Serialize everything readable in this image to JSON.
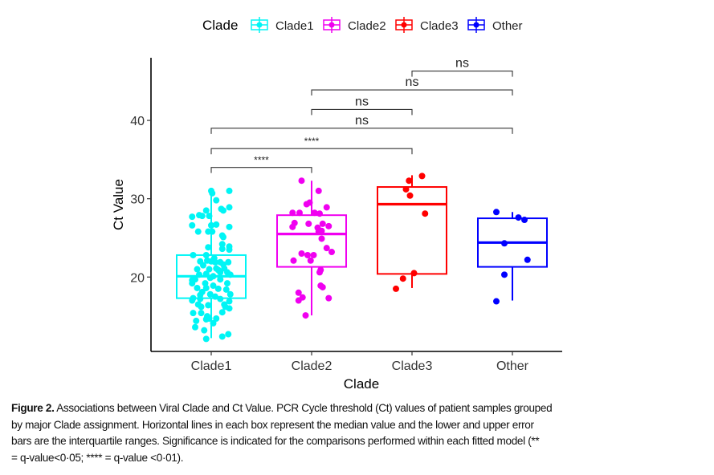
{
  "chart_data": {
    "type": "box",
    "title": "",
    "xlabel": "Clade",
    "ylabel": "Ct Value",
    "ylim": [
      10.5,
      48
    ],
    "yticks": [
      20,
      30,
      40
    ],
    "categories": [
      "Clade1",
      "Clade2",
      "Clade3",
      "Other"
    ],
    "legend": {
      "title": "Clade",
      "placement": "top",
      "entries": [
        "Clade1",
        "Clade2",
        "Clade3",
        "Other"
      ]
    },
    "colors": {
      "Clade1": "#00F5F5",
      "Clade2": "#F000F0",
      "Clade3": "#FF0000",
      "Other": "#0000FF"
    },
    "boxes": [
      {
        "category": "Clade1",
        "whisker_low": 12.2,
        "q1": 17.3,
        "median": 20.1,
        "q3": 22.8,
        "whisker_high": 31.0
      },
      {
        "category": "Clade2",
        "whisker_low": 15.1,
        "q1": 21.3,
        "median": 25.5,
        "q3": 27.9,
        "whisker_high": 32.3
      },
      {
        "category": "Clade3",
        "whisker_low": 18.6,
        "q1": 20.4,
        "median": 29.3,
        "q3": 31.5,
        "whisker_high": 33.0
      },
      {
        "category": "Other",
        "whisker_low": 17.0,
        "q1": 21.3,
        "median": 24.4,
        "q3": 27.5,
        "whisker_high": 28.3
      }
    ],
    "points": {
      "Clade1": [
        [
          0,
          31.0
        ],
        [
          0.18,
          31.0
        ],
        [
          0.01,
          30.7
        ],
        [
          0.05,
          29.8
        ],
        [
          0.18,
          28.9
        ],
        [
          0.1,
          28.7
        ],
        [
          0.12,
          28.5
        ],
        [
          -0.05,
          28.5
        ],
        [
          -0.12,
          27.9
        ],
        [
          -0.09,
          27.8
        ],
        [
          -0.02,
          27.8
        ],
        [
          -0.19,
          27.7
        ],
        [
          -0.19,
          26.6
        ],
        [
          0,
          26.6
        ],
        [
          0.05,
          26.7
        ],
        [
          0.18,
          26.4
        ],
        [
          -0.13,
          25.8
        ],
        [
          -0.03,
          25.8
        ],
        [
          0.01,
          25.8
        ],
        [
          0.11,
          25.3
        ],
        [
          0.12,
          25.1
        ],
        [
          0.11,
          24.2
        ],
        [
          -0.03,
          23.8
        ],
        [
          0.18,
          23.9
        ],
        [
          0.11,
          23.6
        ],
        [
          0.18,
          23.5
        ],
        [
          -0.18,
          22.8
        ],
        [
          -0.05,
          22.8
        ],
        [
          -0.11,
          22.0
        ],
        [
          -0.04,
          22.1
        ],
        [
          0,
          22.0
        ],
        [
          0.04,
          21.9
        ],
        [
          0.09,
          21.9
        ],
        [
          0.17,
          21.9
        ],
        [
          -0.14,
          21.0
        ],
        [
          -0.02,
          21.0
        ],
        [
          0.05,
          21.1
        ],
        [
          0.13,
          21.1
        ],
        [
          -0.12,
          20.3
        ],
        [
          -0.05,
          20.4
        ],
        [
          0.02,
          20.1
        ],
        [
          0.09,
          20.6
        ],
        [
          0.16,
          20.6
        ],
        [
          0.19,
          20.3
        ],
        [
          -0.19,
          19.6
        ],
        [
          -0.16,
          19.7
        ],
        [
          0.09,
          19.7
        ],
        [
          -0.19,
          19.2
        ],
        [
          -0.06,
          19.2
        ],
        [
          0.02,
          18.9
        ],
        [
          0.16,
          19.2
        ],
        [
          -0.14,
          18.6
        ],
        [
          -0.05,
          18.6
        ],
        [
          0.07,
          18.5
        ],
        [
          0.15,
          18.4
        ],
        [
          0.19,
          17.8
        ],
        [
          -0.11,
          17.7
        ],
        [
          -0.01,
          17.8
        ],
        [
          0.09,
          17.2
        ],
        [
          0.18,
          16.9
        ],
        [
          -0.18,
          17.3
        ],
        [
          -0.11,
          17.2
        ],
        [
          -0.19,
          17.0
        ],
        [
          -0.13,
          16.5
        ],
        [
          -0.03,
          16.4
        ],
        [
          0.13,
          16.5
        ],
        [
          -0.1,
          16.2
        ],
        [
          0.14,
          16.2
        ],
        [
          0.18,
          16.0
        ],
        [
          -0.18,
          15.4
        ],
        [
          -0.1,
          15.4
        ],
        [
          0.11,
          15.5
        ],
        [
          -0.04,
          15.0
        ],
        [
          0.05,
          14.7
        ],
        [
          -0.02,
          14.7
        ],
        [
          -0.05,
          14.6
        ],
        [
          -0.15,
          14.4
        ],
        [
          0.02,
          14.1
        ],
        [
          -0.16,
          13.6
        ],
        [
          -0.07,
          13.2
        ],
        [
          0.17,
          12.7
        ],
        [
          0.11,
          12.4
        ],
        [
          -0.05,
          12.1
        ],
        [
          0.03,
          22.4
        ],
        [
          -0.08,
          21.5
        ],
        [
          0.07,
          20.9
        ],
        [
          -0.01,
          19.9
        ],
        [
          0.12,
          21.6
        ],
        [
          -0.09,
          18.1
        ],
        [
          0.04,
          17.5
        ]
      ],
      "Clade2": [
        [
          -0.1,
          32.3
        ],
        [
          0.07,
          31.0
        ],
        [
          -0.05,
          29.3
        ],
        [
          -0.02,
          29.5
        ],
        [
          0.15,
          28.9
        ],
        [
          -0.19,
          28.2
        ],
        [
          -0.12,
          28.2
        ],
        [
          0.03,
          28.2
        ],
        [
          0.08,
          28.1
        ],
        [
          -0.17,
          26.9
        ],
        [
          -0.19,
          26.4
        ],
        [
          -0.03,
          26.8
        ],
        [
          0.11,
          26.8
        ],
        [
          0.17,
          26.5
        ],
        [
          0.06,
          26.3
        ],
        [
          0.1,
          25.9
        ],
        [
          0.07,
          25.8
        ],
        [
          0.1,
          24.9
        ],
        [
          0.15,
          23.7
        ],
        [
          0.2,
          23.2
        ],
        [
          -0.1,
          23.0
        ],
        [
          -0.04,
          22.8
        ],
        [
          0.02,
          22.8
        ],
        [
          -0.18,
          22.1
        ],
        [
          -0.01,
          22.1
        ],
        [
          0.09,
          20.9
        ],
        [
          0.08,
          20.6
        ],
        [
          0.09,
          18.9
        ],
        [
          0.11,
          18.7
        ],
        [
          -0.13,
          18.0
        ],
        [
          -0.09,
          17.4
        ],
        [
          -0.13,
          17.0
        ],
        [
          0.17,
          17.3
        ],
        [
          -0.06,
          15.1
        ]
      ],
      "Clade3": [
        [
          0.1,
          32.9
        ],
        [
          -0.03,
          32.3
        ],
        [
          -0.06,
          31.2
        ],
        [
          -0.02,
          30.4
        ],
        [
          0.13,
          28.1
        ],
        [
          0.02,
          20.5
        ],
        [
          -0.09,
          19.8
        ],
        [
          -0.16,
          18.5
        ]
      ],
      "Other": [
        [
          -0.16,
          28.3
        ],
        [
          0.06,
          27.6
        ],
        [
          0.12,
          27.3
        ],
        [
          -0.08,
          24.3
        ],
        [
          0.15,
          22.2
        ],
        [
          -0.08,
          20.3
        ],
        [
          -0.16,
          16.9
        ]
      ]
    },
    "comparisons": [
      {
        "from": "Clade1",
        "to": "Clade2",
        "label": "****",
        "y": 34.0
      },
      {
        "from": "Clade1",
        "to": "Clade3",
        "label": "****",
        "y": 36.4
      },
      {
        "from": "Clade1",
        "to": "Other",
        "label": "ns",
        "y": 39.0
      },
      {
        "from": "Clade2",
        "to": "Clade3",
        "label": "ns",
        "y": 41.4
      },
      {
        "from": "Clade2",
        "to": "Other",
        "label": "ns",
        "y": 43.9
      },
      {
        "from": "Clade3",
        "to": "Other",
        "label": "ns",
        "y": 46.3
      }
    ]
  },
  "caption": {
    "bold": "Figure 2.",
    "line1": " Associations between Viral Clade and Ct Value. PCR Cycle threshold (Ct) values of patient samples grouped",
    "line2": "by major Clade assignment. Horizontal lines in each box represent the median value and the lower and upper error",
    "line3": "bars are the interquartile ranges. Significance is indicated for the comparisons performed within each fitted model (**",
    "line4": "= q-value<0·05; **** = q-value <0·01)."
  }
}
